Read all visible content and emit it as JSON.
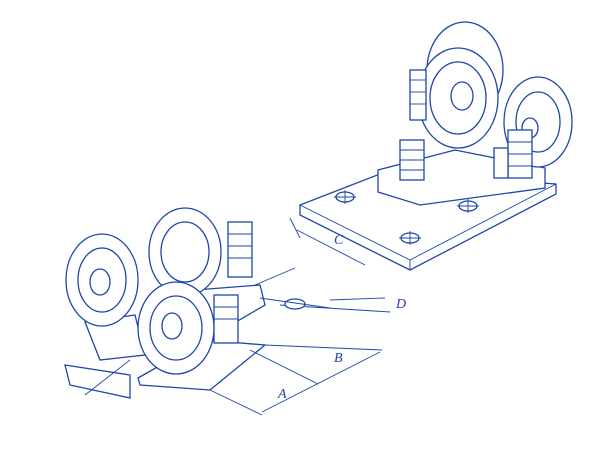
{
  "diagram": {
    "labels": {
      "a": "A",
      "b": "B",
      "c": "C",
      "d": "D"
    },
    "line_color": "#1d47a8"
  }
}
